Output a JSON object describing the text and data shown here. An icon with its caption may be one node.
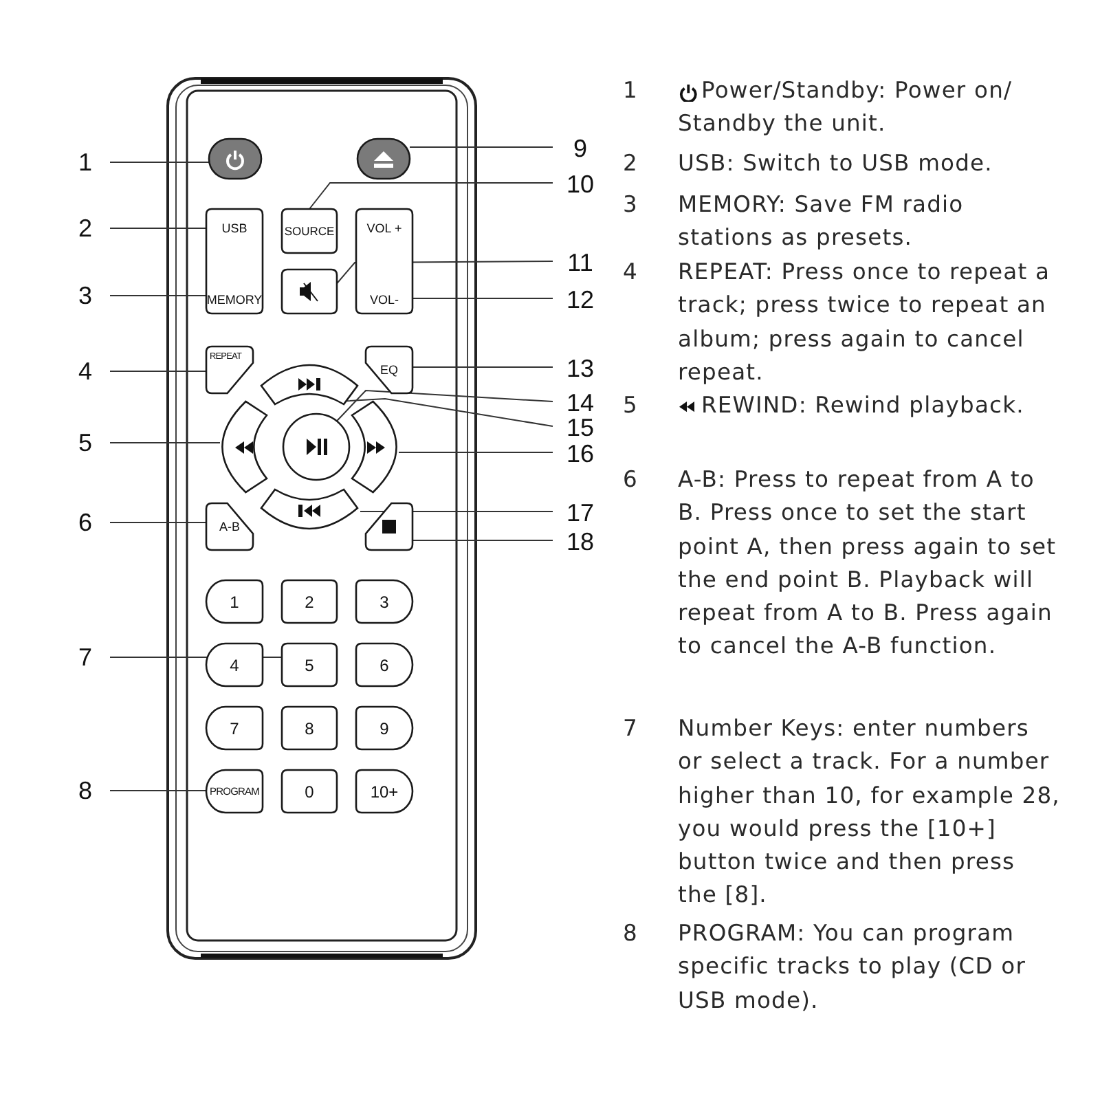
{
  "diagram": {
    "nodes": [
      {
        "text": [
          "1"
        ]
      },
      {
        "text": [
          "2"
        ]
      },
      {
        "text": [
          "3"
        ]
      },
      {
        "text": [
          "4"
        ]
      },
      {
        "text": [
          "5"
        ]
      },
      {
        "text": [
          "6"
        ]
      },
      {
        "text": [
          "7"
        ]
      },
      {
        "text": [
          "8"
        ]
      },
      {
        "text": [
          "9"
        ]
      },
      {
        "text": [
          "10"
        ]
      },
      {
        "text": [
          "11"
        ]
      },
      {
        "text": [
          "12"
        ]
      },
      {
        "text": [
          "13"
        ]
      },
      {
        "text": [
          "14"
        ]
      },
      {
        "text": [
          "15"
        ]
      },
      {
        "text": [
          "16"
        ]
      },
      {
        "text": [
          "17"
        ]
      },
      {
        "text": [
          "18"
        ]
      },
      {
        "text": [],
        "shape": "button"
      },
      {
        "text": [],
        "shape": "button"
      },
      {
        "text": [
          "USB",
          "MEMORY"
        ]
      },
      {
        "text": [
          "SOURCE"
        ]
      },
      {
        "text": [
          "VOL +",
          "VOL-"
        ]
      },
      {
        "text": [],
        "shape": "button"
      },
      {
        "text": [
          "REPEAT"
        ]
      },
      {
        "text": [
          "EQ"
        ]
      },
      {
        "text": [],
        "shape": "button"
      },
      {
        "text": [],
        "shape": "button"
      },
      {
        "text": [],
        "shape": "button"
      },
      {
        "text": [],
        "shape": "button"
      },
      {
        "text": [],
        "shape": "button"
      },
      {
        "text": [
          "A-B"
        ]
      },
      {
        "text": [],
        "shape": "button"
      },
      {
        "text": [
          "1"
        ]
      },
      {
        "text": [
          "2"
        ]
      },
      {
        "text": [
          "3"
        ]
      },
      {
        "text": [
          "4"
        ]
      },
      {
        "text": [
          "5"
        ]
      },
      {
        "text": [
          "6"
        ]
      },
      {
        "text": [
          "7"
        ]
      },
      {
        "text": [
          "8"
        ]
      },
      {
        "text": [
          "9"
        ]
      },
      {
        "text": [
          "PROGRAM"
        ]
      },
      {
        "text": [
          "0"
        ]
      },
      {
        "text": [
          "10+"
        ]
      }
    ],
    "edges": [
      {
        "from": 0,
        "to": 18,
        "arrow": "none"
      },
      {
        "from": 1,
        "to": 20,
        "arrow": "none"
      },
      {
        "from": 2,
        "to": 20,
        "arrow": "none"
      },
      {
        "from": 3,
        "to": 24,
        "arrow": "none"
      },
      {
        "from": 4,
        "to": 27,
        "arrow": "none"
      },
      {
        "from": 5,
        "to": 31,
        "arrow": "none"
      },
      {
        "from": 6,
        "to": 37,
        "arrow": "none"
      },
      {
        "from": 7,
        "to": 42,
        "arrow": "none"
      },
      {
        "from": 8,
        "to": 19,
        "arrow": "none"
      },
      {
        "from": 9,
        "to": 21,
        "arrow": "none"
      },
      {
        "from": 10,
        "to": 23,
        "arrow": "none"
      },
      {
        "from": 11,
        "to": 22,
        "arrow": "none"
      },
      {
        "from": 12,
        "to": 25,
        "arrow": "none"
      },
      {
        "from": 13,
        "to": 28,
        "arrow": "none"
      },
      {
        "from": 14,
        "to": 26,
        "arrow": "none"
      },
      {
        "from": 15,
        "to": 29,
        "arrow": "none"
      },
      {
        "from": 16,
        "to": 30,
        "arrow": "none"
      },
      {
        "from": 17,
        "to": 32,
        "arrow": "none"
      }
    ],
    "labels": [
      "1",
      "Power/Standby: Power on/ Standby the unit.",
      "2",
      "USB: Switch to USB mode.",
      "3",
      "MEMORY: Save FM radio stations as presets.",
      "4",
      "REPEAT: Press once to repeat a track; press twice to repeat an album; press again to cancel repeat.",
      "5",
      "REWIND: Rewind playback.",
      "6",
      "A-B: Press to repeat from A to B. Press once to set the start point A, then press again to set the end point B. Playback will repeat from A to B. Press again to cancel the A-B function.",
      "7",
      "Number Keys: enter numbers or select a track. For a number higher than 10, for example 28, you would press the [10+] button twice and then press the [8].",
      "8",
      "PROGRAM: You can program specific tracks to play (CD or USB mode)."
    ]
  }
}
